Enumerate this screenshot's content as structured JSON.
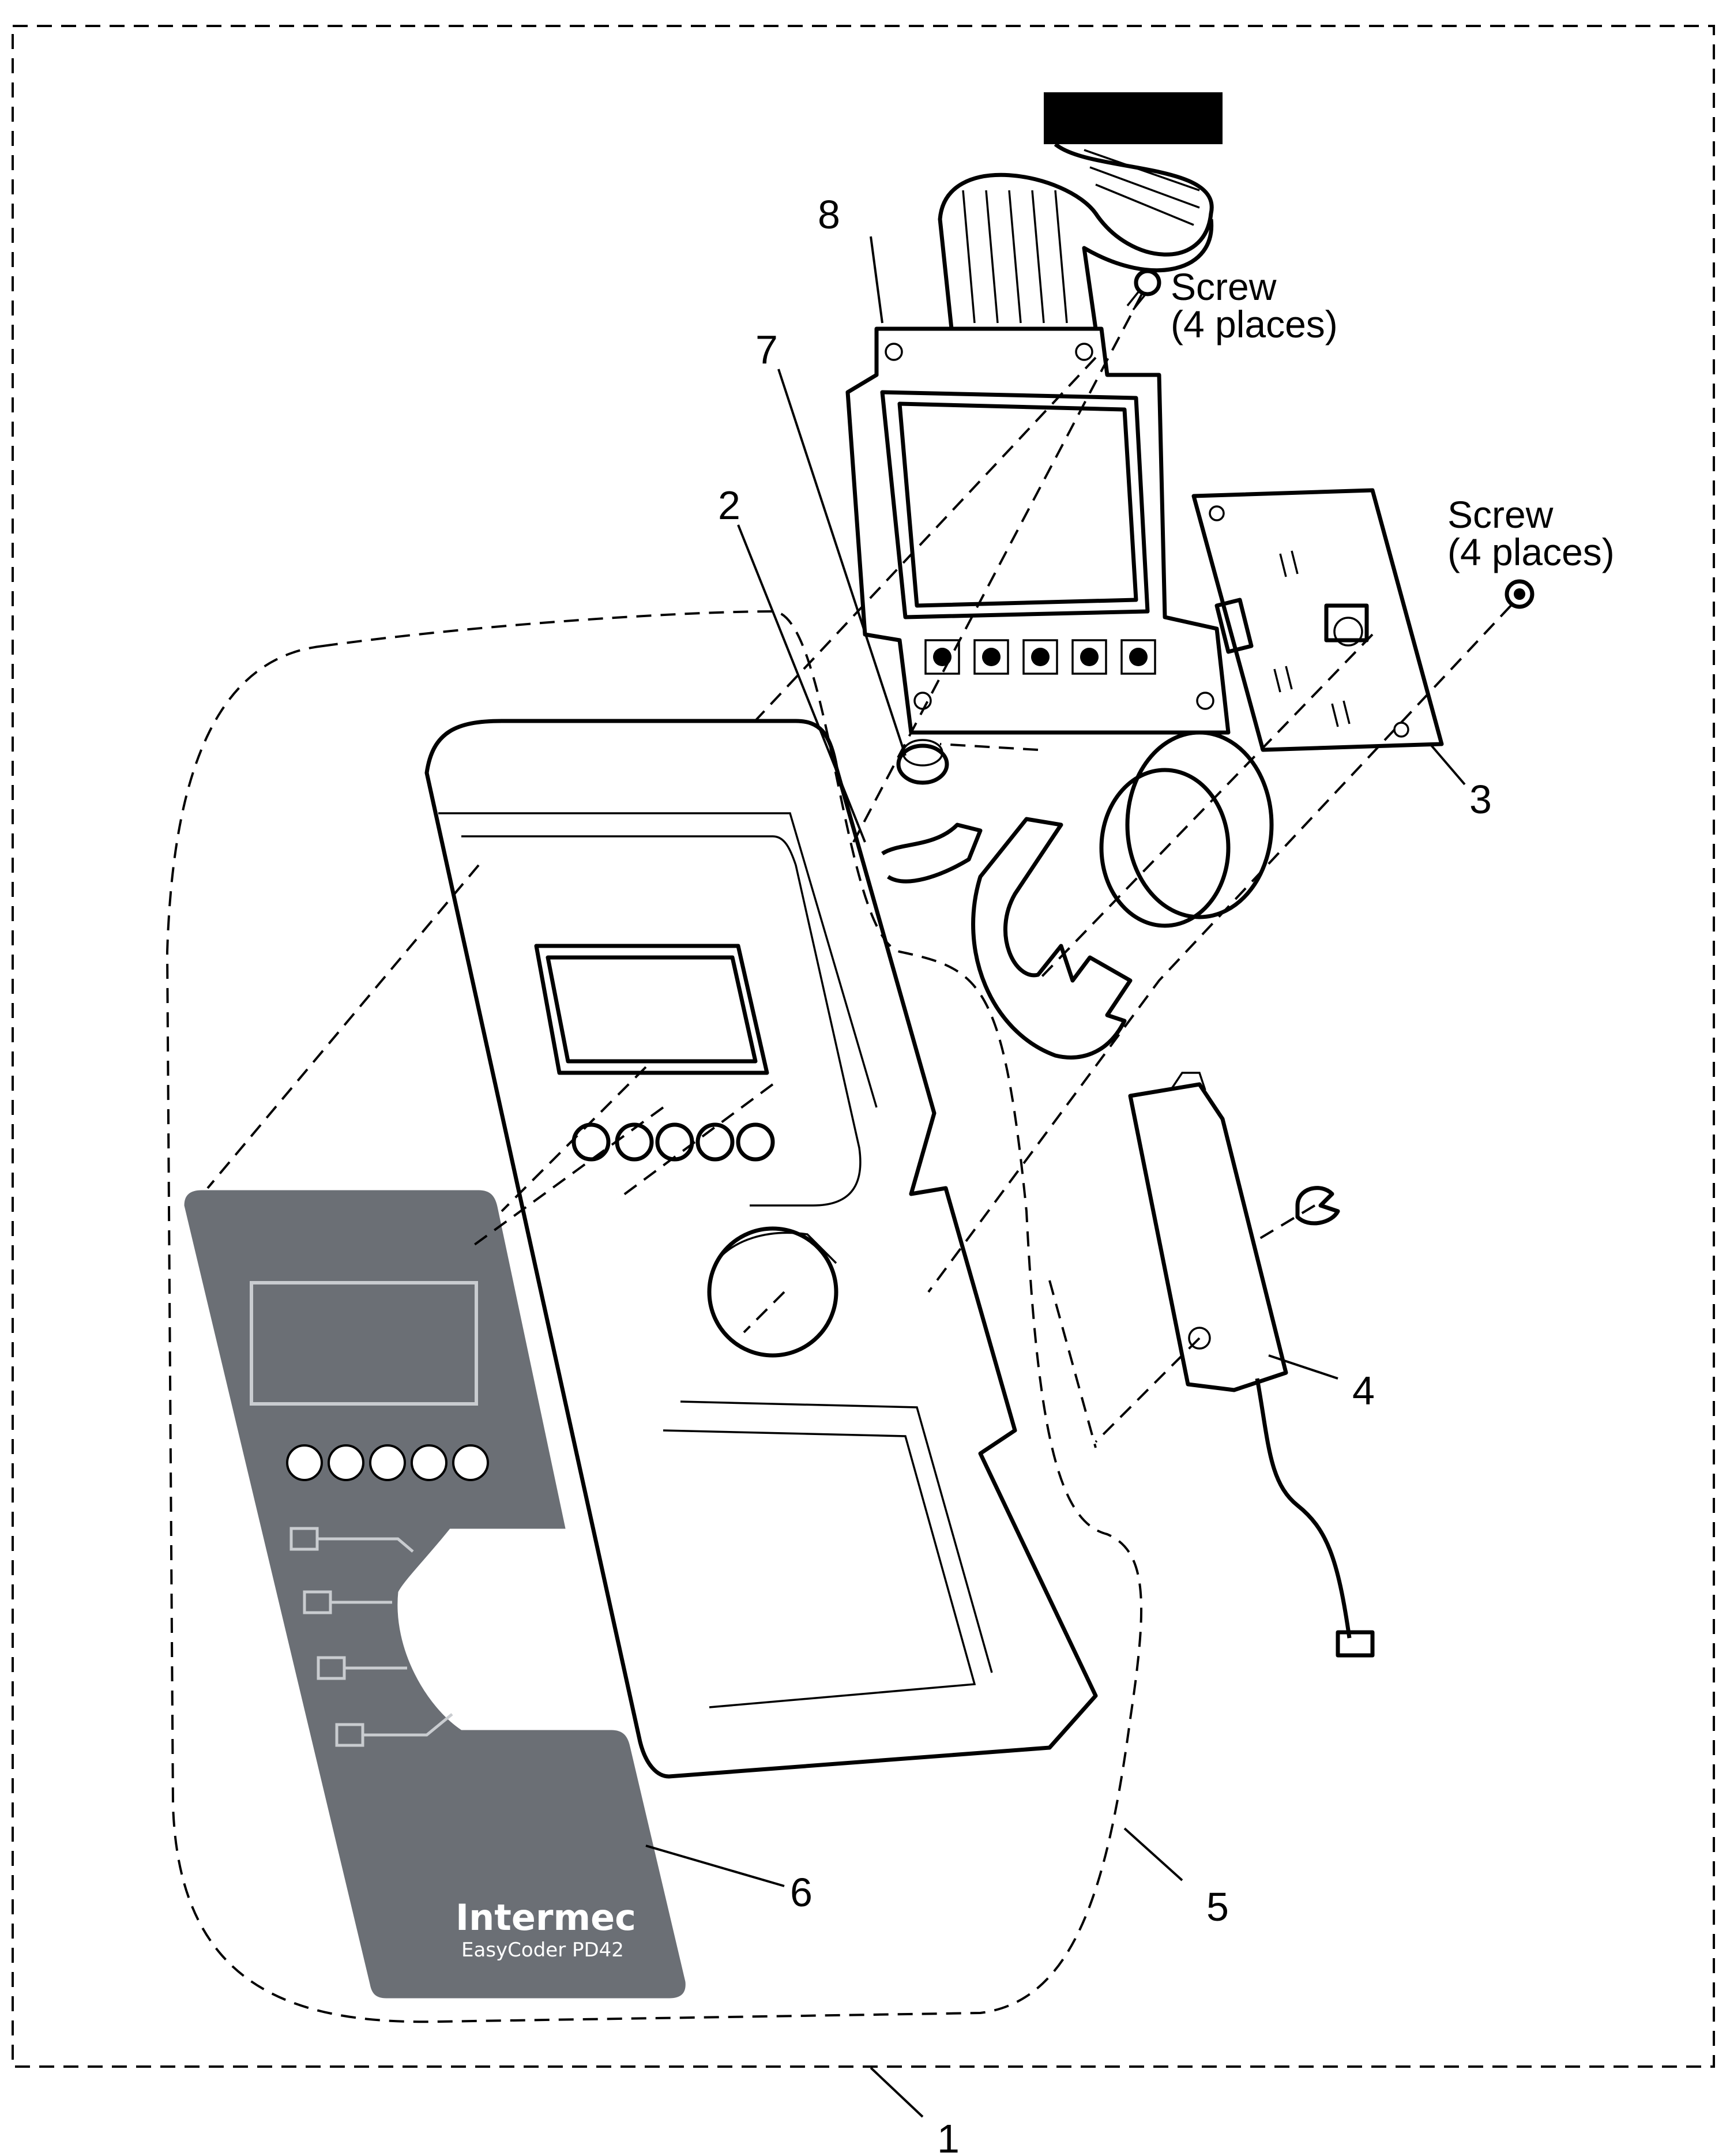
{
  "diagram": {
    "callouts": [
      "1",
      "2",
      "3",
      "4",
      "5",
      "6",
      "7",
      "8"
    ],
    "screw_upper": {
      "line1": "Screw",
      "line2": "(4 places)"
    },
    "screw_right": {
      "line1": "Screw",
      "line2": "(4 places)"
    },
    "overlay": {
      "brand": "Intermec",
      "model": "EasyCoder PD42"
    },
    "colors": {
      "line": "#000000",
      "overlay": "#6b6f75",
      "overlay_line": "#c9ccd0",
      "background": "#ffffff"
    }
  }
}
